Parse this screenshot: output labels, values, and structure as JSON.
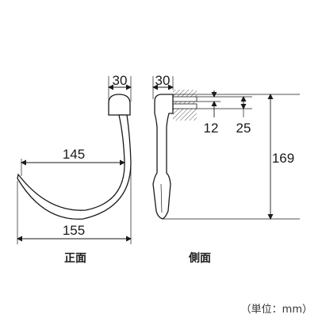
{
  "front_view": {
    "label": "正面",
    "dim_top_width": "30",
    "dim_inner_width": "145",
    "dim_outer_width": "155"
  },
  "side_view": {
    "label": "側面",
    "dim_top_width": "30",
    "dim_mount_small": "12",
    "dim_mount_large": "25",
    "dim_height": "169"
  },
  "unit_note": "（単位：mm）"
}
